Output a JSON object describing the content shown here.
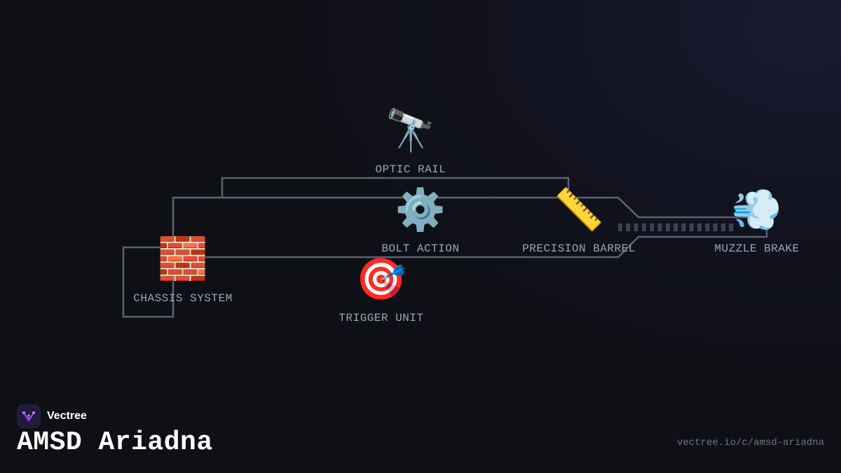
{
  "colors": {
    "connector": "#5a6372",
    "label": "#9aa6b8",
    "logo_bg": "#221c3c",
    "logo_accent": "#a855f7"
  },
  "brand": {
    "name": "Vectree",
    "logo_icon": "vectree-logo-icon"
  },
  "title": "AMSD Ariadna",
  "url": "vectree.io/c/amsd-ariadna",
  "nodes": [
    {
      "id": "optic",
      "label": "OPTIC RAIL",
      "icon_name": "telescope-icon",
      "glyph": "🔭"
    },
    {
      "id": "bolt",
      "label": "BOLT ACTION",
      "icon_name": "gear-icon",
      "glyph": "⚙️"
    },
    {
      "id": "barrel",
      "label": "PRECISION BARREL",
      "icon_name": "ruler-icon",
      "glyph": "📏"
    },
    {
      "id": "muzzle",
      "label": "MUZZLE BRAKE",
      "icon_name": "dash-icon",
      "glyph": "💨"
    },
    {
      "id": "chassis",
      "label": "CHASSIS SYSTEM",
      "icon_name": "brick-icon",
      "glyph": "🧱"
    },
    {
      "id": "trigger",
      "label": "TRIGGER UNIT",
      "icon_name": "target-icon",
      "glyph": "🎯"
    }
  ]
}
